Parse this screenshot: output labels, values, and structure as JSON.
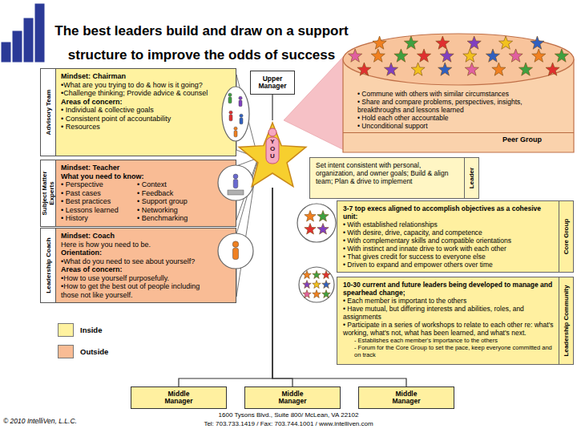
{
  "diagram": {
    "title": "The best leaders build and draw on a support structure to improve the odds of success",
    "nodes": [
      {
        "text": [
          "Advisory Team",
          "Mindset: Chairman",
          "•What are you trying to do & how is it going?",
          "•Challenge thinking; Provide advice & counsel",
          "Areas of concern:",
          "• Individual & collective goals",
          "• Consistent point of accountability",
          "• Resources"
        ]
      },
      {
        "text": [
          "Subject Matter Experts",
          "Mindset: Teacher",
          "What you need to know:",
          "• Perspective",
          "• Past cases",
          "• Best practices",
          "• Lessons learned",
          "• History",
          "• Context",
          "• Feedback",
          "• Support group",
          "• Networking",
          "• Benchmarking"
        ]
      },
      {
        "text": [
          "Leadership Coach",
          "Mindset: Coach",
          "Here is how you need to be.",
          "Orientation:",
          "•What do you need to see about yourself?",
          "Areas of concern:",
          "•How to use yourself purposefully.",
          "•How to get the best out of people including those not like yourself."
        ]
      },
      {
        "text": [
          "Upper Manager"
        ]
      },
      {
        "text": [
          "YOU"
        ]
      },
      {
        "text": [
          "• Commune with others with similar circumstances",
          "• Share and compare problems, perspectives, insights, breakthroughs and lessons learned",
          "• Hold each other accountable",
          "• Unconditional support",
          "Peer Group"
        ]
      },
      {
        "text": [
          "Set intent consistent with personal, organization, and owner goals; Build & align team; Plan & drive to implement",
          "Leader"
        ]
      },
      {
        "text": [
          "3-7 top execs aligned to accomplish objectives as a cohesive unit:",
          "• With established relationships",
          "• With desire, drive, capacity, and competence",
          "• With complementary skills and compatible orientations",
          "• With instinct and innate drive to work with each other",
          "• That gives credit for success to everyone else",
          "• Driven to expand and empower others over time",
          "Core Group"
        ]
      },
      {
        "text": [
          "10-30 current and future leaders being developed to manage and spearhead change;",
          "• Each member is important to the others",
          "• Have mutual, but differing interests and abilities, roles, and assignments",
          "• Participate in a series of workshops to relate to each other re: what's working, what's not, what has been learned, and what's next.",
          "- Establishes each member's importance to the others",
          "- Forum for the Core Group to set the pace, keep everyone committed and on track",
          "Leadership Community"
        ]
      },
      {
        "text": [
          "Middle Manager"
        ]
      },
      {
        "text": [
          "Middle Manager"
        ]
      },
      {
        "text": [
          "Middle Manager"
        ]
      }
    ],
    "edges": [
      {
        "from": 0,
        "to": 4,
        "arrow": "to"
      },
      {
        "from": 1,
        "to": 4,
        "arrow": "to"
      },
      {
        "from": 2,
        "to": 4,
        "arrow": "to"
      },
      {
        "from": 3,
        "to": 4,
        "arrow": "none"
      },
      {
        "from": 4,
        "to": 5,
        "arrow": "none"
      },
      {
        "from": 4,
        "to": 9,
        "arrow": "none"
      },
      {
        "from": 4,
        "to": 10,
        "arrow": "none"
      },
      {
        "from": 4,
        "to": 11,
        "arrow": "none"
      }
    ],
    "labels": [
      "© 2010 IntelliVen, L.L.C.",
      "1600 Tysons Blvd., Suite 800/ McLean, VA 22102",
      "Tel: 703.733.1419 / Fax: 703.744.1001 / www.intelliven.com"
    ],
    "legend": [
      {
        "text": "Inside",
        "color": "#FFF2A0"
      },
      {
        "text": "Outside",
        "color": "#F9BC95"
      }
    ]
  }
}
